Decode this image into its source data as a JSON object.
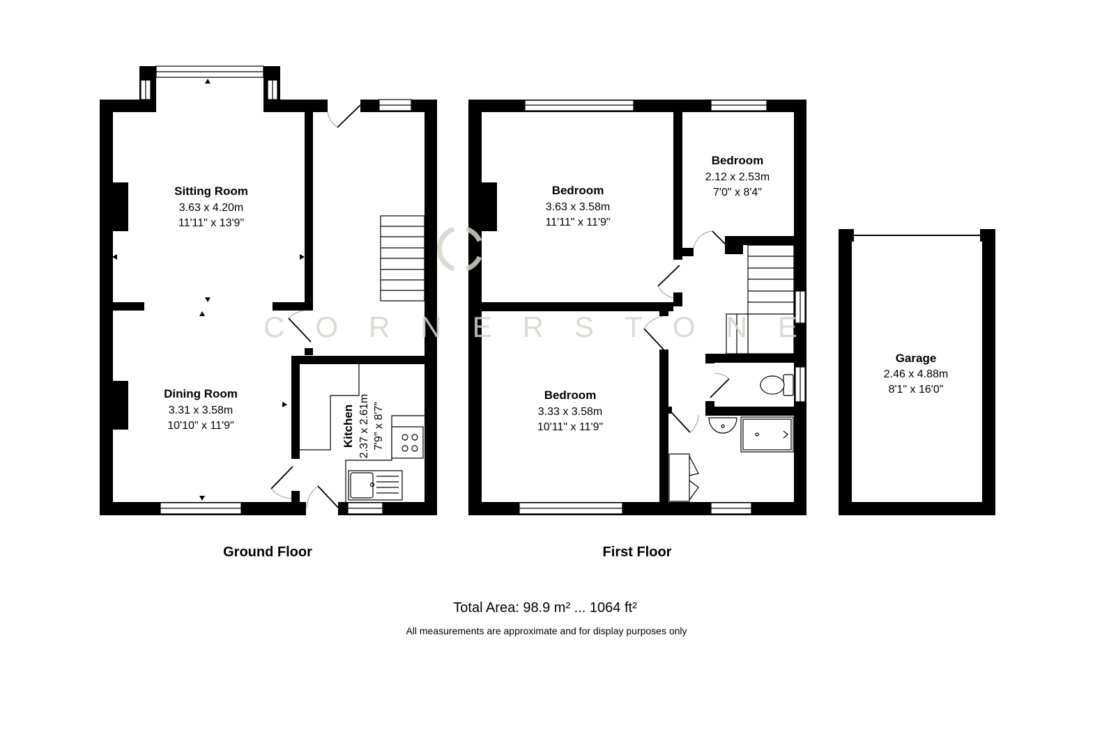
{
  "watermark": {
    "text": "CORNERSTONE",
    "color": "#d8d3cc"
  },
  "colors": {
    "wall": "#000000",
    "background": "#ffffff",
    "door_swing": "#9a9a9a"
  },
  "floors": [
    {
      "label": "Ground Floor",
      "rooms": [
        {
          "name": "Sitting Room",
          "metric": "3.63 x 4.20m",
          "imperial": "11'11\" x 13'9\""
        },
        {
          "name": "Dining Room",
          "metric": "3.31 x 3.58m",
          "imperial": "10'10\" x 11'9\""
        },
        {
          "name": "Kitchen",
          "metric": "2.37 x 2.61m",
          "imperial": "7'9\" x 8'7\""
        }
      ]
    },
    {
      "label": "First Floor",
      "rooms": [
        {
          "name": "Bedroom",
          "metric": "3.63 x 3.58m",
          "imperial": "11'11\" x 11'9\""
        },
        {
          "name": "Bedroom",
          "metric": "2.12 x 2.53m",
          "imperial": "7'0\" x 8'4\""
        },
        {
          "name": "Bedroom",
          "metric": "3.33 x 3.58m",
          "imperial": "10'11\" x 11'9\""
        }
      ]
    },
    {
      "label": "",
      "rooms": [
        {
          "name": "Garage",
          "metric": "2.46 x 4.88m",
          "imperial": "8'1\" x 16'0\""
        }
      ]
    }
  ],
  "footer": {
    "total_area": "Total Area: 98.9 m² ... 1064 ft²",
    "disclaimer": "All measurements are approximate and for display purposes only"
  }
}
